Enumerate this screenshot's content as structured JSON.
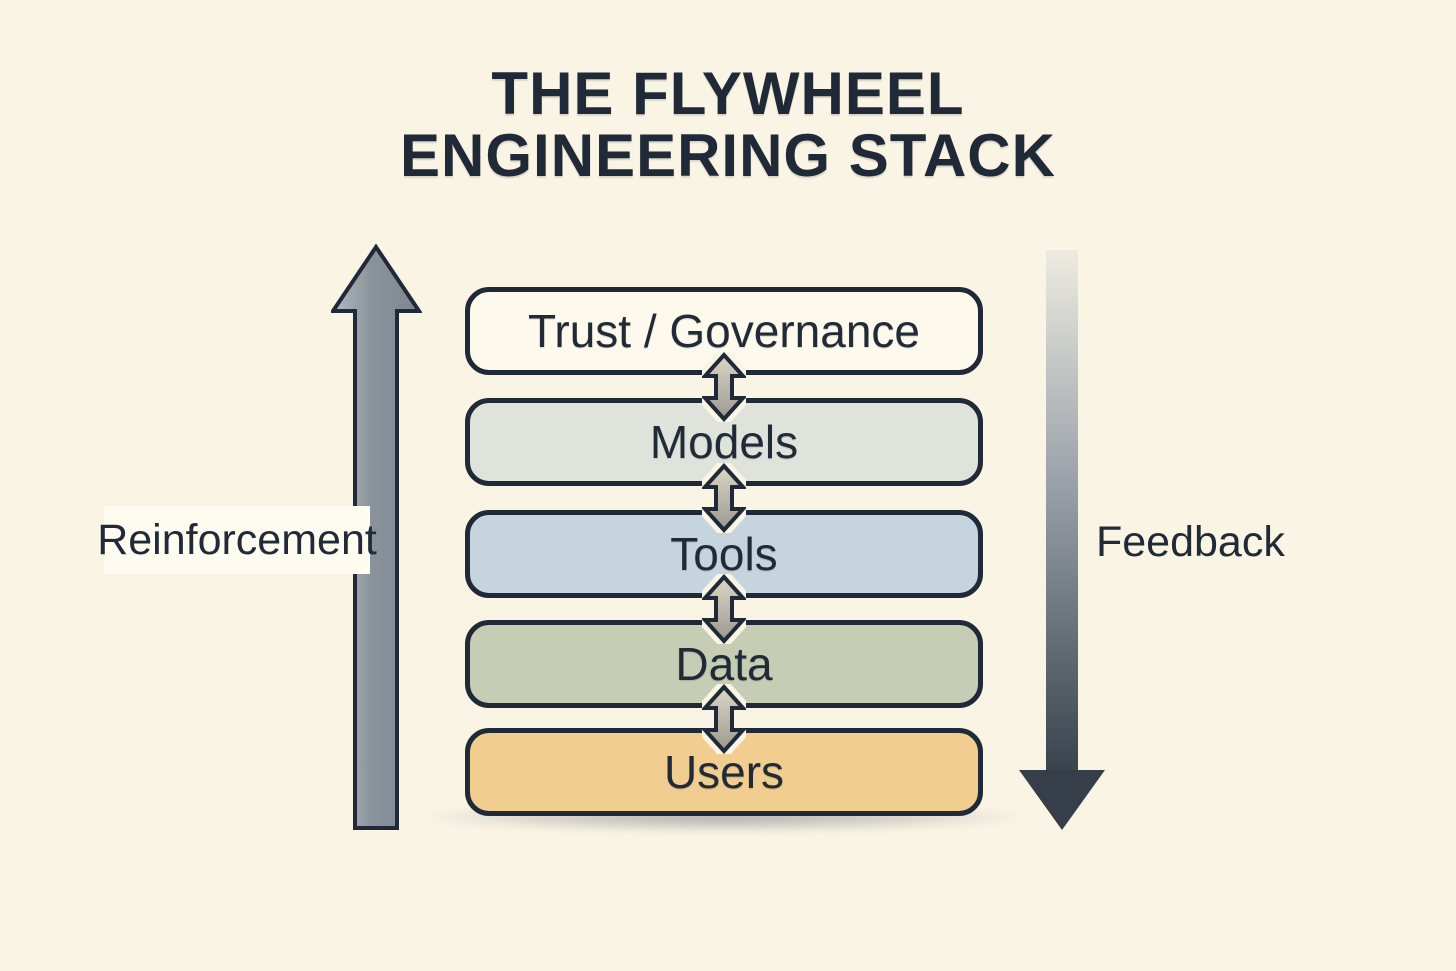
{
  "title": {
    "line1": "THE FLYWHEEL",
    "line2": "ENGINEERING STACK"
  },
  "stack": {
    "boxes": [
      {
        "id": "trust-governance",
        "label": "Trust / Governance",
        "color": "#fdf9ec"
      },
      {
        "id": "models",
        "label": "Models",
        "color": "#e0e3dc"
      },
      {
        "id": "tools",
        "label": "Tools",
        "color": "#c6d4de"
      },
      {
        "id": "data",
        "label": "Data",
        "color": "#c7cdb4"
      },
      {
        "id": "users",
        "label": "Users",
        "color": "#f1cd90"
      }
    ]
  },
  "side_arrows": {
    "left": {
      "label": "Reinforcement",
      "direction": "up"
    },
    "right": {
      "label": "Feedback",
      "direction": "down"
    }
  },
  "colors": {
    "background": "#faf4e5",
    "outline": "#1f2937",
    "text": "#212b38",
    "left_arrow_fill": "#8d959d",
    "right_arrow_dark": "#39434d",
    "connector_fill_top": "#ddd6c6",
    "connector_fill_bottom": "#9d998f"
  }
}
